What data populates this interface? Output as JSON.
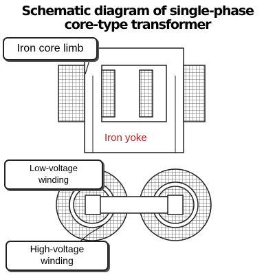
{
  "title_line1": "Schematic diagram of single-phase",
  "title_line2": "core-type transformer",
  "labels": {
    "iron_core_limb": "Iron core limb",
    "iron_yoke": "Iron yoke",
    "low_voltage_line1": "Low-voltage",
    "low_voltage_line2": "winding",
    "high_voltage_line1": "High-voltage",
    "high_voltage_line2": "winding"
  },
  "colors": {
    "label_red": "#c21f1f",
    "outline": "#222222"
  }
}
